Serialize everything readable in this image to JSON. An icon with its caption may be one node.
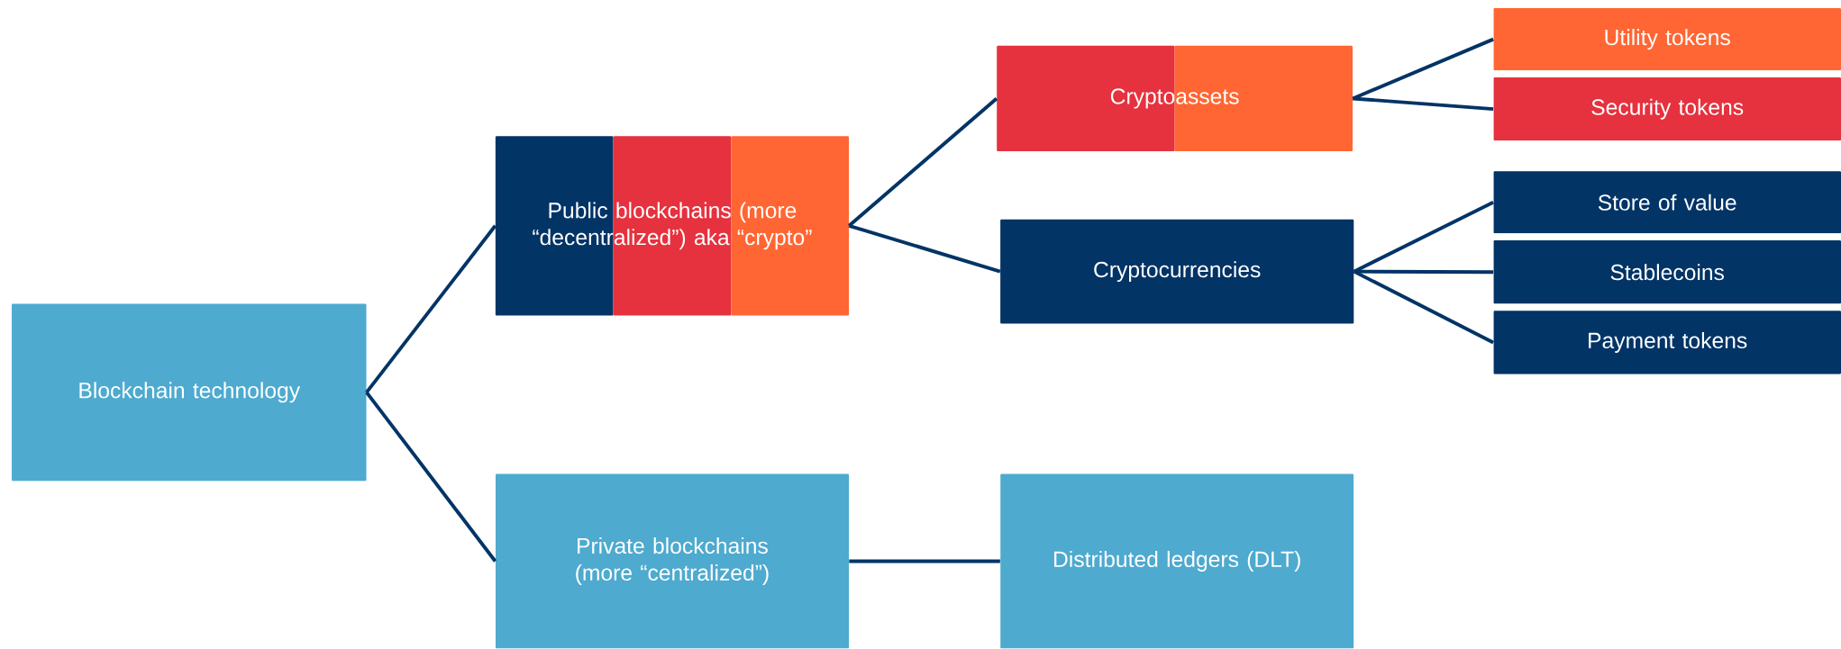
{
  "diagram": {
    "nodes": [
      {
        "text": [
          "Blockchain technology"
        ]
      },
      {
        "text": [
          "Public blockchains (more “decentralized”) aka “crypto”"
        ]
      },
      {
        "text": [
          "Private blockchains (more “centralized”)"
        ]
      },
      {
        "text": [
          "Cryptoassets"
        ]
      },
      {
        "text": [
          "Cryptocurrencies"
        ]
      },
      {
        "text": [
          "Distributed ledgers (DLT)"
        ]
      },
      {
        "text": [
          "Utility tokens"
        ]
      },
      {
        "text": [
          "Security tokens"
        ]
      },
      {
        "text": [
          "Store of value"
        ]
      },
      {
        "text": [
          "Stablecoins"
        ]
      },
      {
        "text": [
          "Payment tokens"
        ]
      }
    ],
    "edges": [
      {
        "from": 0,
        "to": 1,
        "arrow": "none"
      },
      {
        "from": 0,
        "to": 2,
        "arrow": "none"
      },
      {
        "from": 1,
        "to": 3,
        "arrow": "none"
      },
      {
        "from": 1,
        "to": 4,
        "arrow": "none"
      },
      {
        "from": 2,
        "to": 5,
        "arrow": "none"
      },
      {
        "from": 3,
        "to": 6,
        "arrow": "none"
      },
      {
        "from": 3,
        "to": 7,
        "arrow": "none"
      },
      {
        "from": 4,
        "to": 8,
        "arrow": "none"
      },
      {
        "from": 4,
        "to": 9,
        "arrow": "none"
      },
      {
        "from": 4,
        "to": 10,
        "arrow": "none"
      }
    ]
  }
}
